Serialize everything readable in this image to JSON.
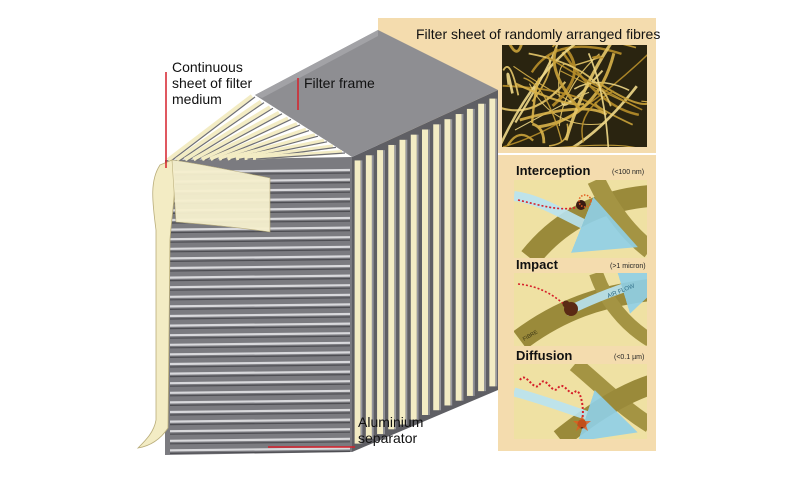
{
  "labels": {
    "continuous_sheet": [
      "Continuous",
      "sheet of filter",
      "medium"
    ],
    "filter_frame": "Filter frame",
    "aluminium_separator": [
      "Aluminium",
      "separator"
    ]
  },
  "fibre_panel": {
    "title": "Filter sheet of randomly arranged fibres"
  },
  "mechanisms": [
    {
      "title": "Interception",
      "size": "(<100 nm)"
    },
    {
      "title": "Impact",
      "size": "(>1 micron)",
      "airflow_label": "AIR FLOW",
      "fibre_label": "FIBRE"
    },
    {
      "title": "Diffusion",
      "size": "(<0.1 µm)"
    }
  ],
  "colors": {
    "panel_bg": "#f4dcae",
    "mech_bg": "#efe1a3",
    "fibre": "#9a8a3a",
    "frame_top": "#8e8e92",
    "frame_side": "#6f6f74",
    "media": "#f3ecc4",
    "leader": "#d6202a",
    "airflow": "#b9e4f2",
    "particle_path": "#d6202a"
  }
}
